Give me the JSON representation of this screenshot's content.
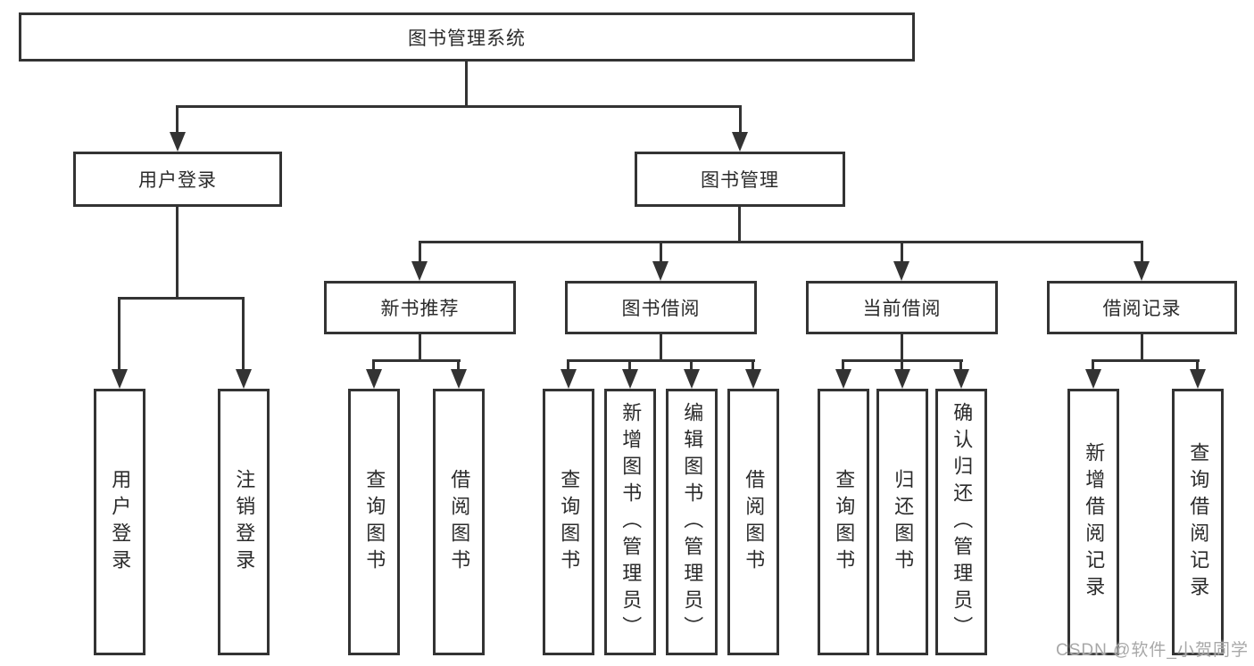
{
  "diagram": {
    "root": {
      "label": "图书管理系统",
      "children": [
        {
          "label": "用户登录",
          "children": [
            {
              "label": "用户登录"
            },
            {
              "label": "注销登录"
            }
          ]
        },
        {
          "label": "图书管理",
          "children": [
            {
              "label": "新书推荐",
              "children": [
                {
                  "label": "查询图书"
                },
                {
                  "label": "借阅图书"
                }
              ]
            },
            {
              "label": "图书借阅",
              "children": [
                {
                  "label": "查询图书"
                },
                {
                  "label": "新增图书（管理员）"
                },
                {
                  "label": "编辑图书（管理员）"
                },
                {
                  "label": "借阅图书"
                }
              ]
            },
            {
              "label": "当前借阅",
              "children": [
                {
                  "label": "查询图书"
                },
                {
                  "label": "归还图书"
                },
                {
                  "label": "确认归还（管理员）"
                }
              ]
            },
            {
              "label": "借阅记录",
              "children": [
                {
                  "label": "新增借阅记录"
                },
                {
                  "label": "查询借阅记录"
                }
              ]
            }
          ]
        }
      ]
    }
  },
  "watermark": {
    "text": "CSDN @软件_小贺同学"
  },
  "colors": {
    "line": "#333333",
    "text": "#2b2b2b",
    "watermark": "#a8a8a8",
    "background": "#ffffff"
  }
}
